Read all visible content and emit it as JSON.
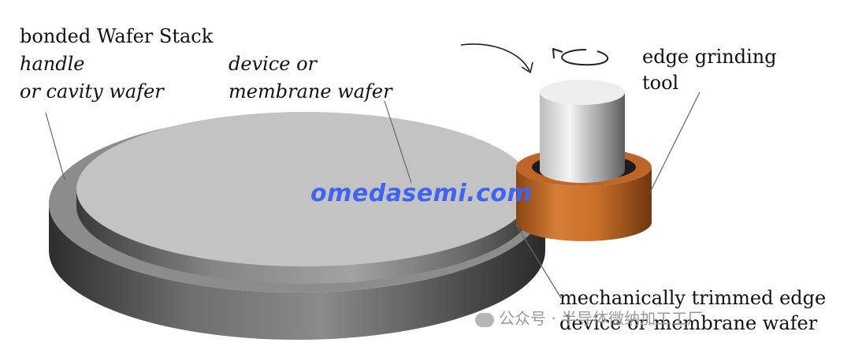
{
  "labels": {
    "stack_title": "bonded Wafer Stack",
    "handle_line1": "handle",
    "handle_line2": "or cavity wafer",
    "device_line1": "device or",
    "device_line2": "membrane wafer",
    "tool_line1": "edge grinding",
    "tool_line2": "tool",
    "trim_line1": "mechanically trimmed edge",
    "trim_line2": "device or membrane wafer"
  },
  "watermark": {
    "site": "omedasemi.com",
    "account": "公众号 · 半导体微纳加工工厂"
  },
  "colors": {
    "wafer_top": "#c3c3c3",
    "wafer_side_dark": "#3c3c3c",
    "tool_copper": "#c8702a",
    "tool_shaft": "#d8d8d8",
    "watermark": "#3f63f2"
  }
}
